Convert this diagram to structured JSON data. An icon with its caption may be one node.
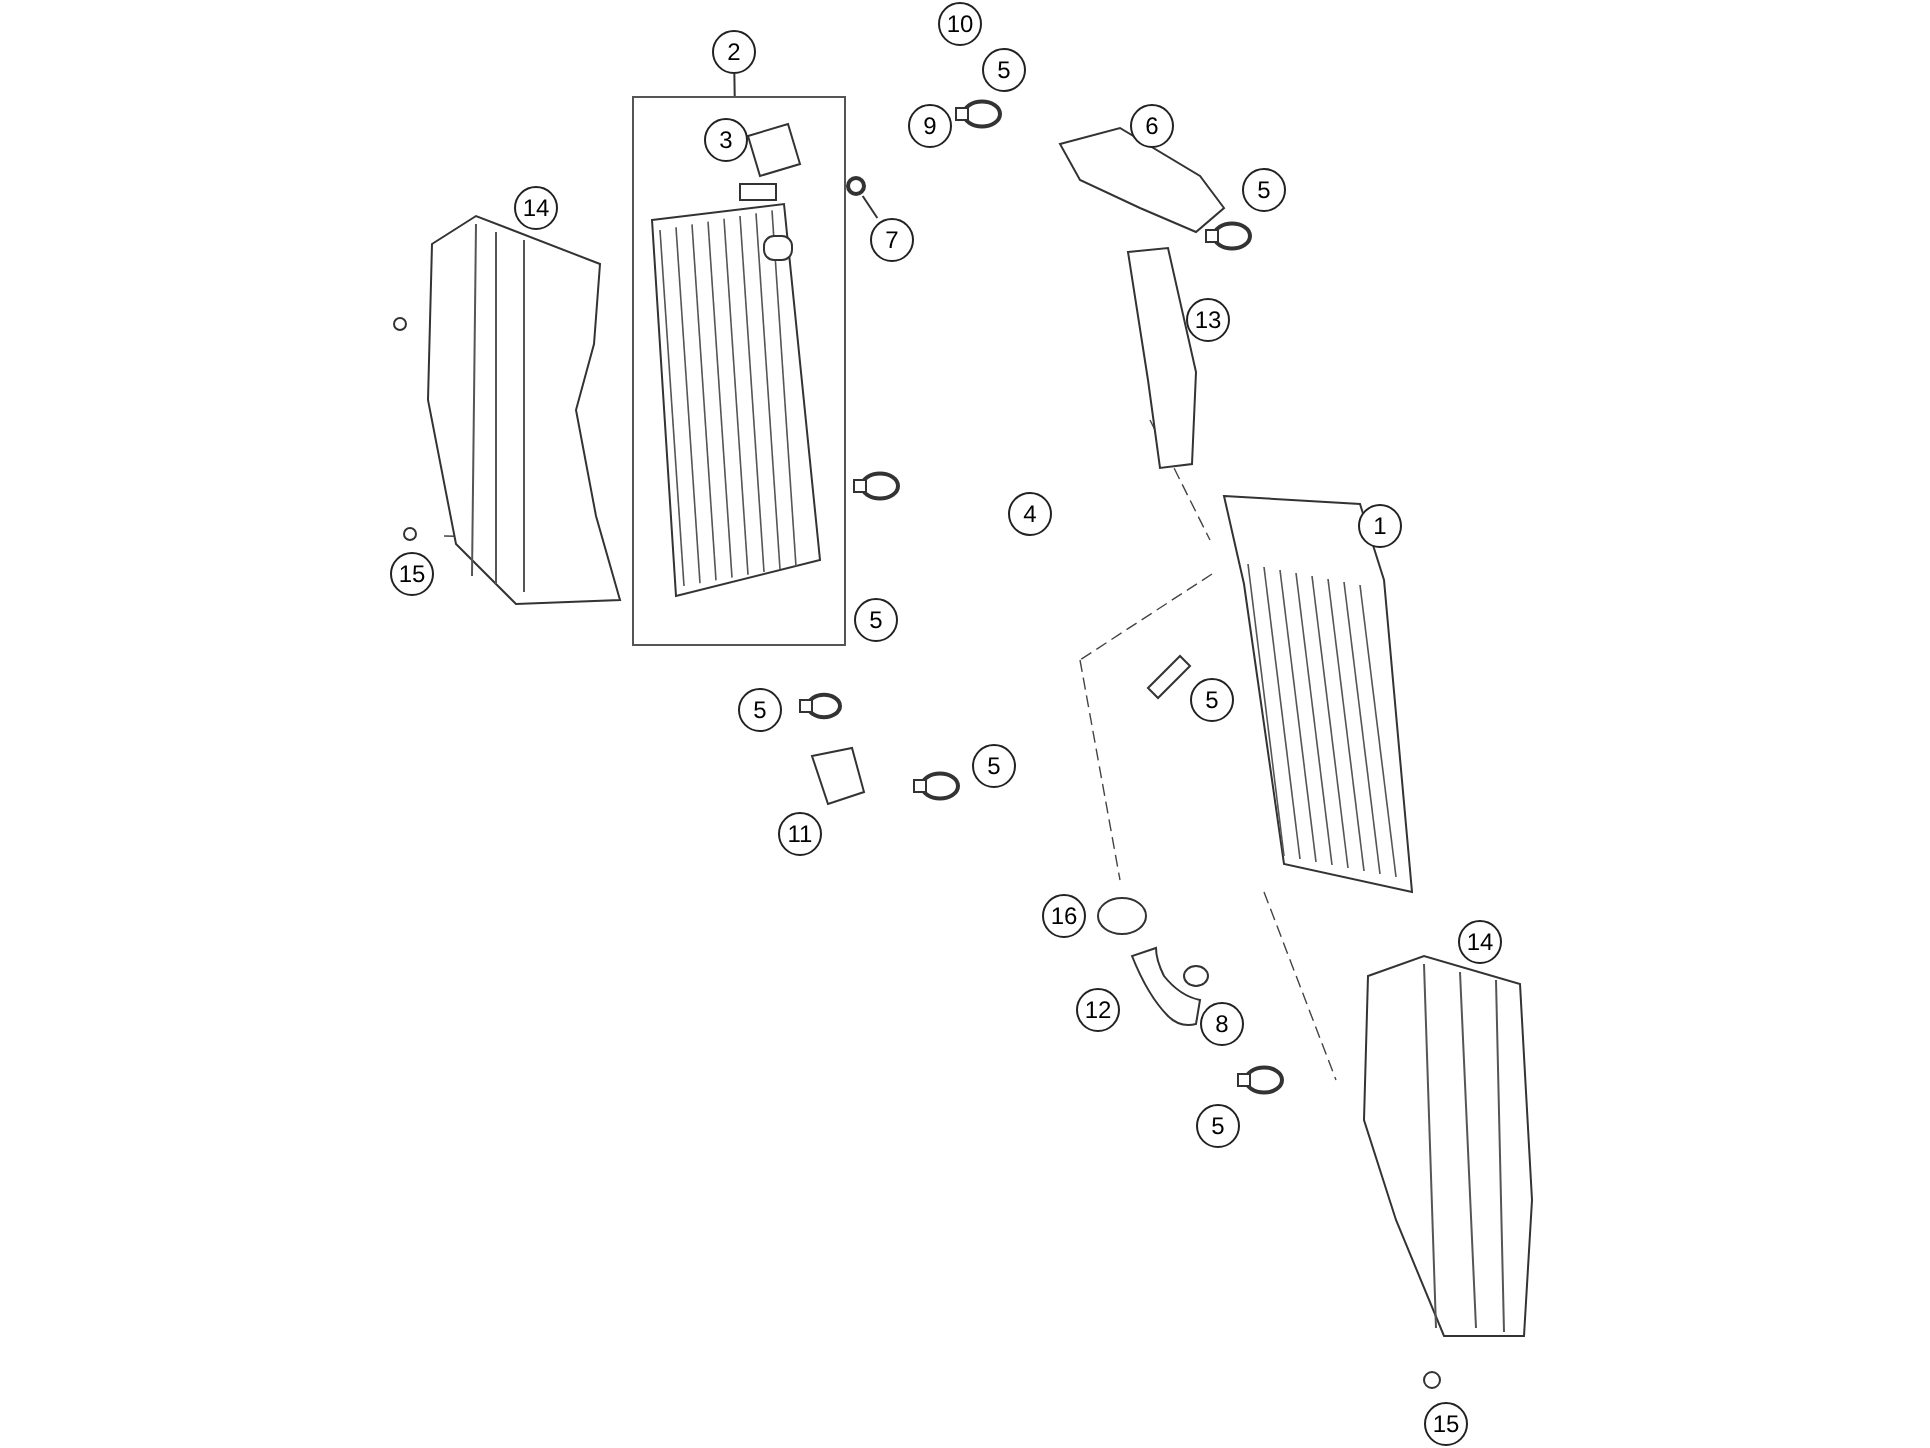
{
  "diagram": {
    "nodes": [
      {
        "text": [
          "10"
        ]
      },
      {
        "text": [
          "5"
        ]
      },
      {
        "text": [
          "2"
        ]
      },
      {
        "text": [],
        "shape": "box"
      },
      {
        "text": [
          "3"
        ],
        "in": 3
      },
      {
        "text": [
          "9"
        ]
      },
      {
        "text": [
          "6"
        ]
      },
      {
        "text": [
          "5"
        ]
      },
      {
        "text": [
          "14"
        ]
      },
      {
        "text": [
          "7"
        ]
      },
      {
        "text": [],
        "shape": "circle"
      },
      {
        "text": [
          "13"
        ]
      },
      {
        "text": [
          "4"
        ]
      },
      {
        "text": [
          "1"
        ]
      },
      {
        "text": [
          "15"
        ]
      },
      {
        "text": [
          "5"
        ]
      },
      {
        "text": [
          "5"
        ]
      },
      {
        "text": [
          "5"
        ]
      },
      {
        "text": [
          "5"
        ]
      },
      {
        "text": [
          "11"
        ]
      },
      {
        "text": [
          "16"
        ]
      },
      {
        "text": [
          "14"
        ]
      },
      {
        "text": [
          "12"
        ]
      },
      {
        "text": [
          "8"
        ]
      },
      {
        "text": [
          "5"
        ]
      },
      {
        "text": [
          "15"
        ]
      }
    ],
    "edges": [
      {
        "from": 2,
        "to": 3,
        "arrow": "none"
      },
      {
        "from": 9,
        "to": 10,
        "arrow": "none"
      }
    ]
  }
}
